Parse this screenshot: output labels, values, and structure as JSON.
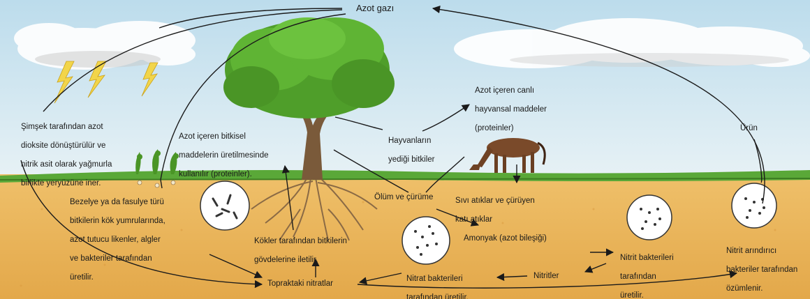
{
  "labels": {
    "azot_gazi": "Azot gazı",
    "simsek": [
      "Şimşek tarafından azot",
      "dioksite dönüştürülür ve",
      "nitrik asit olarak yağmurla",
      "birlikte yeryüzüne iner."
    ],
    "bitkisel": [
      "Azot içeren bitkisel",
      "maddelerin üretilmesinde",
      "kullanılır (proteinler)."
    ],
    "hayvansal": [
      "Azot içeren canlı",
      "hayvansal maddeler",
      "(proteinler)"
    ],
    "hayvanlarin": [
      "Hayvanların",
      "yediği bitkiler"
    ],
    "urun": "Ürün",
    "bezelye": [
      "Bezelye ya da fasulye türü",
      "bitkilerin kök yumrularında,",
      "azot tutucu likenler, algler",
      "ve bakteriler tarafından",
      "üretilir."
    ],
    "olum": "Ölüm ve çürüme",
    "sivi": [
      "Sıvı atıklar ve çürüyen",
      "katı atıklar"
    ],
    "kokler": [
      "Kökler tarafından bitkilerin",
      "gövdelerine iletilir."
    ],
    "amonyak": "Amonyak (azot bileşiği)",
    "nitrit_bakt": [
      "Nitrit bakterileri",
      "tarafından",
      "üretilir."
    ],
    "nitrit_arind": [
      "Nitrit arındırıcı",
      "bakteriler tarafından",
      "özümlenir."
    ],
    "nitrat_bakt": [
      "Nitrat bakterileri",
      "tarafından üretilir."
    ],
    "nitritler": "Nitritler",
    "topraktaki": "Topraktaki nitratlar"
  },
  "colors": {
    "sky": "#cfe6f2",
    "soil": "#e9b35a",
    "grass": "#4f9a33",
    "tree": "#4f9e2a",
    "trunk": "#7a5a3a",
    "arrow": "#1a1a1a"
  }
}
